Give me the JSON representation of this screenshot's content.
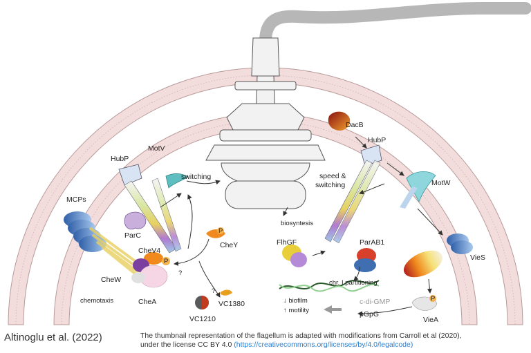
{
  "labels": {
    "hubp_left": "HubP",
    "motv": "MotV",
    "switching": "switching",
    "mcps": "MCPs",
    "parc": "ParC",
    "chev4": "CheV4",
    "chew": "CheW",
    "chea": "CheA",
    "chemotaxis": "chemotaxis",
    "chey": "CheY",
    "vc1380": "VC1380",
    "vc1210": "VC1210",
    "question1": "?",
    "question2": "?",
    "dacb": "DacB",
    "hubp_right": "HubP",
    "speed_switching_1": "speed &",
    "speed_switching_2": "switching",
    "motw": "MotW",
    "biosyntesis": "biosyntesis",
    "flhgf": "FlhGF",
    "parab1": "ParAB1",
    "chr_partitioning": "chr. I partitioning",
    "vies": "VieS",
    "biofilm": "↓ biofilm",
    "motility": "↑ motility",
    "cdigmp": "c-di-GMP",
    "pgpg": "pGpG",
    "viea": "VieA",
    "phospho": "P"
  },
  "footer": {
    "author": "Altinoglu et al. (2022)",
    "note_line1": "The thumbnail representation of the flagellum is adapted with modifications from Carroll et al (2020),",
    "note_line2": "under the license CC BY 4.0",
    "link": "(https://creativecommons.org/licenses/by/4.0/legalcode)"
  },
  "colors": {
    "membrane": "#f2d8d8",
    "membrane_edge": "#b89a9a",
    "flagellum": "#bdbdbd",
    "mcp_blue": "#3f6fb0",
    "motv_teal": "#5fbfc0",
    "chev4_orange": "#f08a1e",
    "chew_purple": "#7b3fa0",
    "dacb_red": "#c23a1e",
    "parab1_red": "#d8402c",
    "flhgf_yellow": "#e8cf3a"
  }
}
